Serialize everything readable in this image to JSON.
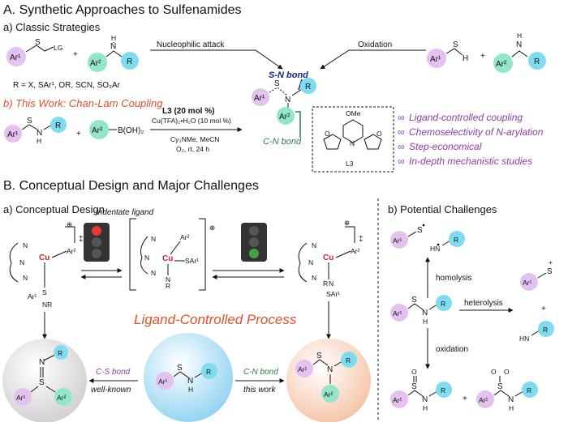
{
  "title": "A. Synthetic Approaches to Sulfenamides",
  "section_a": {
    "subtitle": "a) Classic Strategies",
    "reagent1_group": "LG",
    "plus": "+",
    "nucleophilic_label": "Nucleophilic attack",
    "oxidation_label": "Oxidation",
    "r_definition": "R = X, SAr¹, OR, SCN, SO₂Ar",
    "sn_bond": "S-N bond",
    "cn_bond": "C-N bond",
    "this_work": "b) This Work: Chan-Lam Coupling",
    "boronic": "B(OH)₂",
    "conditions": [
      "Cu(TFA)₂•H₂O (10 mol %)",
      "L3 (20 mol %)",
      "Cy₂NMe, MeCN",
      "O₂, rt, 24 h"
    ],
    "ligand_top": "OMe",
    "ligand_name": "L3",
    "features": [
      "Ligand-controlled coupling",
      "Chemoselectivity of N-arylation",
      "Step-economical",
      "In-depth mechanistic studies"
    ],
    "bullet": "∞"
  },
  "section_b": {
    "title": "B. Conceptual Design and Major Challenges",
    "design_subtitle": "a) Conceptual Design",
    "challenges_subtitle": "b) Potential Challenges",
    "tridentate_label": "tridentate ligand",
    "process_label": "Ligand-Controlled Process",
    "cs_bond": "C-S bond",
    "well_known": "well-known",
    "cn_bond": "C-N bond",
    "this_work": "this work",
    "homolysis": "homolysis",
    "heterolysis": "heterolysis",
    "oxidation": "oxidation",
    "dagger": "‡",
    "plus_charge": "⊕"
  },
  "labels": {
    "ar1": "Ar¹",
    "ar2": "Ar²",
    "r": "R",
    "s": "S",
    "n": "N",
    "h": "H",
    "hn": "HN",
    "cu": "Cu",
    "o": "O",
    "nr": "NR",
    "sar1": "SAr¹"
  },
  "colors": {
    "ar1": "#e3c1f0",
    "ar2": "#93e6cc",
    "r": "#7fdcf0",
    "cu": "#c62828",
    "accent_red": "#e0502a",
    "accent_purple": "#8e3ea6",
    "navy": "#1a237e",
    "green": "#2e7d4a"
  }
}
